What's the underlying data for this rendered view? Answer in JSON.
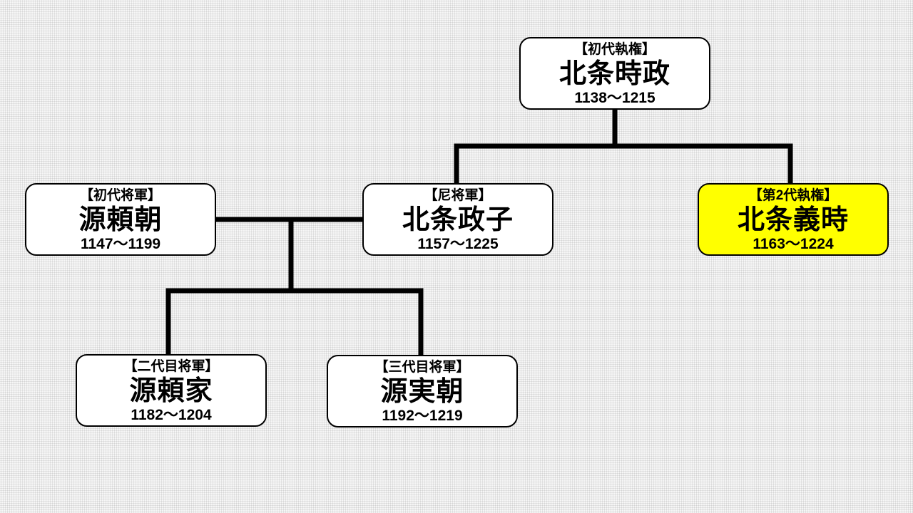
{
  "colors": {
    "highlight_bg": "#ffff00",
    "node_bg": "#ffffff",
    "node_border": "#000000",
    "line": "#000000"
  },
  "nodes": [
    {
      "title": "【初代執権】",
      "name": "北条時政",
      "years": "1138～1215",
      "highlight": false
    },
    {
      "title": "【初代将軍】",
      "name": "源頼朝",
      "years": "1147～1199",
      "highlight": false
    },
    {
      "title": "【尼将軍】",
      "name": "北条政子",
      "years": "1157～1225",
      "highlight": false
    },
    {
      "title": "【第2代執権】",
      "name": "北条義時",
      "years": "1163～1224",
      "highlight": true
    },
    {
      "title": "【二代目将軍】",
      "name": "源頼家",
      "years": "1182～1204",
      "highlight": false
    },
    {
      "title": "【三代目将軍】",
      "name": "源実朝",
      "years": "1192～1219",
      "highlight": false
    }
  ]
}
